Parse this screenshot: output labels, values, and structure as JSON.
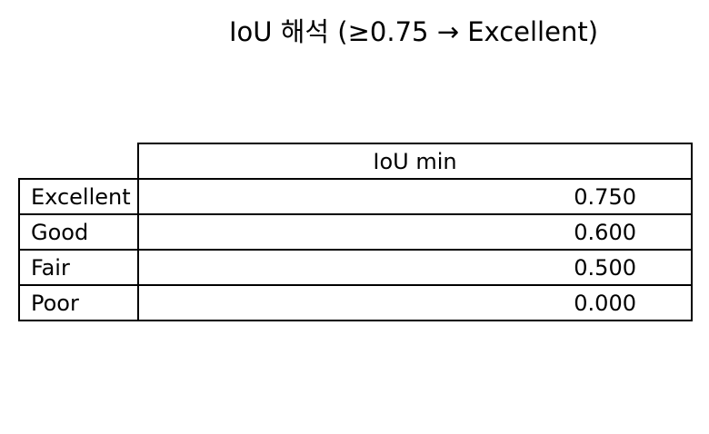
{
  "chart_data": {
    "type": "table",
    "title": "IoU 해석 (≥0.75 → Excellent)",
    "columns": [
      "IoU min"
    ],
    "rows": [
      {
        "label": "Excellent",
        "values": [
          "0.750"
        ]
      },
      {
        "label": "Good",
        "values": [
          "0.600"
        ]
      },
      {
        "label": "Fair",
        "values": [
          "0.500"
        ]
      },
      {
        "label": "Poor",
        "values": [
          "0.000"
        ]
      }
    ]
  }
}
